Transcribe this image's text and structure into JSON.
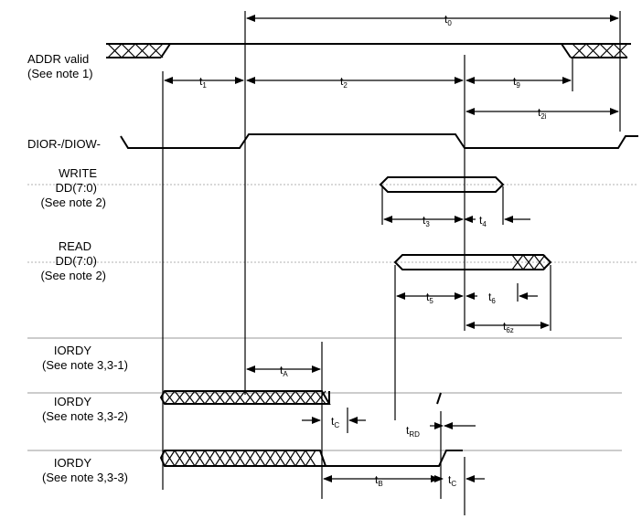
{
  "signals": {
    "addr": {
      "line1": "ADDR valid",
      "line2": "(See note 1)"
    },
    "dior": {
      "line1": "DIOR-/DIOW-"
    },
    "write": {
      "line1": "WRITE",
      "line2": "DD(7:0)",
      "line3": "(See note 2)"
    },
    "read": {
      "line1": "READ",
      "line2": "DD(7:0)",
      "line3": "(See note 2)"
    },
    "iordy1": {
      "line1": "IORDY",
      "line2": "(See note 3,3-1)"
    },
    "iordy2": {
      "line1": "IORDY",
      "line2": "(See note 3,3-2)"
    },
    "iordy3": {
      "line1": "IORDY",
      "line2": "(See note 3,3-3)"
    }
  },
  "timings": {
    "t0": {
      "base": "t",
      "sub": "0"
    },
    "t1": {
      "base": "t",
      "sub": "1"
    },
    "t2": {
      "base": "t",
      "sub": "2"
    },
    "t9": {
      "base": "t",
      "sub": "9"
    },
    "t2i": {
      "base": "t",
      "sub": "2i"
    },
    "t3": {
      "base": "t",
      "sub": "3"
    },
    "t4": {
      "base": "t",
      "sub": "4"
    },
    "t5": {
      "base": "t",
      "sub": "5"
    },
    "t6": {
      "base": "t",
      "sub": "6"
    },
    "t6z": {
      "base": "t",
      "sub": "6z"
    },
    "tA": {
      "base": "t",
      "sub": "A"
    },
    "tC1": {
      "base": "t",
      "sub": "C"
    },
    "tRD": {
      "base": "t",
      "sub": "RD"
    },
    "tB": {
      "base": "t",
      "sub": "B"
    },
    "tC2": {
      "base": "t",
      "sub": "C"
    }
  }
}
